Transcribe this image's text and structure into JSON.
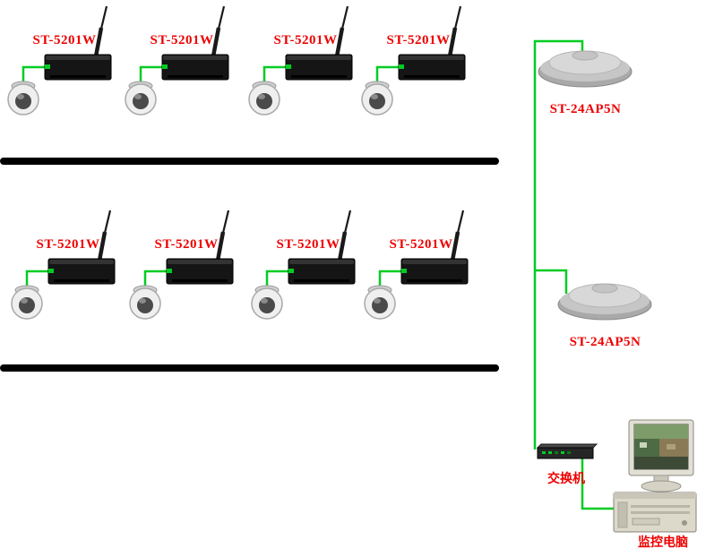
{
  "colors": {
    "cable_green": "#00cc22",
    "label_red": "#ee0000",
    "divider_black": "#000000"
  },
  "transmitters": [
    {
      "label": "ST-5201W"
    },
    {
      "label": "ST-5201W"
    },
    {
      "label": "ST-5201W"
    },
    {
      "label": "ST-5201W"
    },
    {
      "label": "ST-5201W"
    },
    {
      "label": "ST-5201W"
    },
    {
      "label": "ST-5201W"
    },
    {
      "label": "ST-5201W"
    }
  ],
  "access_points": [
    {
      "label": "ST-24AP5N"
    },
    {
      "label": "ST-24AP5N"
    }
  ],
  "switch": {
    "label": "交换机"
  },
  "computer": {
    "label": "监控电脑"
  }
}
